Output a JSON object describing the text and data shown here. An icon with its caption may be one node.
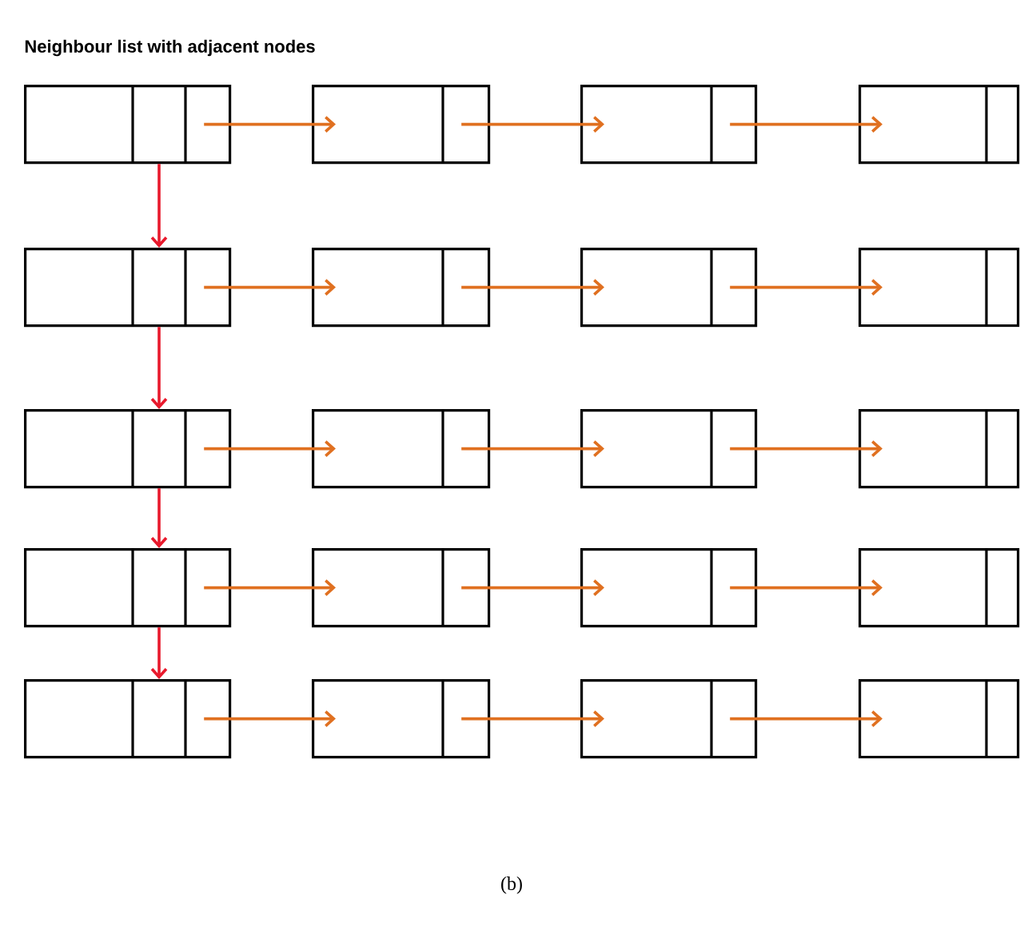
{
  "diagram": {
    "title": "Neighbour list with adjacent nodes",
    "caption": "(b)",
    "nodes": [
      {
        "text": [],
        "shape": "box"
      },
      {
        "text": [],
        "shape": "box"
      },
      {
        "text": [],
        "shape": "box"
      },
      {
        "text": [],
        "shape": "box"
      },
      {
        "text": [],
        "shape": "box"
      },
      {
        "text": [],
        "shape": "box"
      },
      {
        "text": [],
        "shape": "box"
      },
      {
        "text": [],
        "shape": "box"
      },
      {
        "text": [],
        "shape": "box"
      },
      {
        "text": [],
        "shape": "box"
      },
      {
        "text": [],
        "shape": "box"
      },
      {
        "text": [],
        "shape": "box"
      },
      {
        "text": [],
        "shape": "box"
      },
      {
        "text": [],
        "shape": "box"
      },
      {
        "text": [],
        "shape": "box"
      },
      {
        "text": [],
        "shape": "box"
      },
      {
        "text": [],
        "shape": "box"
      },
      {
        "text": [],
        "shape": "box"
      },
      {
        "text": [],
        "shape": "box"
      },
      {
        "text": [],
        "shape": "box"
      }
    ],
    "edges": [
      {
        "from": 0,
        "to": 1,
        "arrow": "to"
      },
      {
        "from": 1,
        "to": 2,
        "arrow": "to"
      },
      {
        "from": 2,
        "to": 3,
        "arrow": "to"
      },
      {
        "from": 4,
        "to": 5,
        "arrow": "to"
      },
      {
        "from": 5,
        "to": 6,
        "arrow": "to"
      },
      {
        "from": 6,
        "to": 7,
        "arrow": "to"
      },
      {
        "from": 8,
        "to": 9,
        "arrow": "to"
      },
      {
        "from": 9,
        "to": 10,
        "arrow": "to"
      },
      {
        "from": 10,
        "to": 11,
        "arrow": "to"
      },
      {
        "from": 12,
        "to": 13,
        "arrow": "to"
      },
      {
        "from": 13,
        "to": 14,
        "arrow": "to"
      },
      {
        "from": 14,
        "to": 15,
        "arrow": "to"
      },
      {
        "from": 16,
        "to": 17,
        "arrow": "to"
      },
      {
        "from": 17,
        "to": 18,
        "arrow": "to"
      },
      {
        "from": 18,
        "to": 19,
        "arrow": "to"
      },
      {
        "from": 0,
        "to": 4,
        "arrow": "to",
        "color": "#e8192c"
      },
      {
        "from": 4,
        "to": 8,
        "arrow": "to",
        "color": "#e8192c"
      },
      {
        "from": 8,
        "to": 12,
        "arrow": "to",
        "color": "#e8192c"
      },
      {
        "from": 12,
        "to": 16,
        "arrow": "to",
        "color": "#e8192c"
      }
    ]
  }
}
